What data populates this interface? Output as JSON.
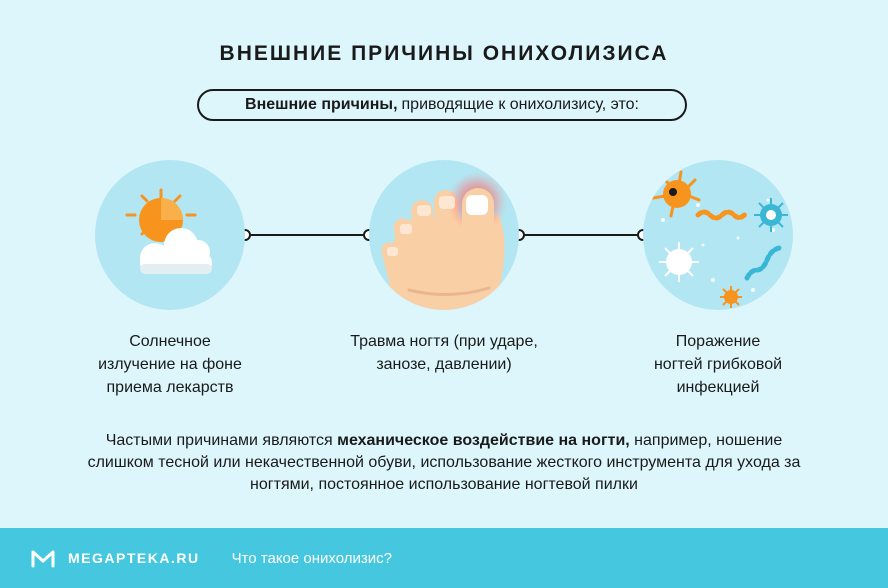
{
  "title": "ВНЕШНИЕ ПРИЧИНЫ ОНИХОЛИЗИСА",
  "intro": {
    "bold": "Внешние причины,",
    "rest": "приводящие к онихолизису, это:"
  },
  "causes": [
    {
      "icon": "sun-cloud-icon",
      "caption_lines": [
        "Солнечное",
        "излучение на фоне",
        "приема лекарств"
      ]
    },
    {
      "icon": "injured-toe-icon",
      "caption_lines": [
        "Травма ногтя (при ударе,",
        "занозе, давлении)"
      ]
    },
    {
      "icon": "fungus-microbes-icon",
      "caption_lines": [
        "Поражение",
        "ногтей грибковой",
        "инфекцией"
      ]
    }
  ],
  "bottom": {
    "before": "Частыми причинами являются ",
    "bold": "механическое воздействие на ногти,",
    "after": " например, ношение слишком тесной или некачественной обуви, использование жесткого инструмента для ухода за ногтями, постоянное использование ногтевой пилки"
  },
  "footer": {
    "brand": "MEGAPTEKA.RU",
    "page_title": "Что такое онихолизис?"
  },
  "colors": {
    "background": "#dcf6fc",
    "circle": "#b2e6f3",
    "footer": "#45c8df",
    "sun": "#f7941d",
    "skin": "#f9cfa5"
  }
}
